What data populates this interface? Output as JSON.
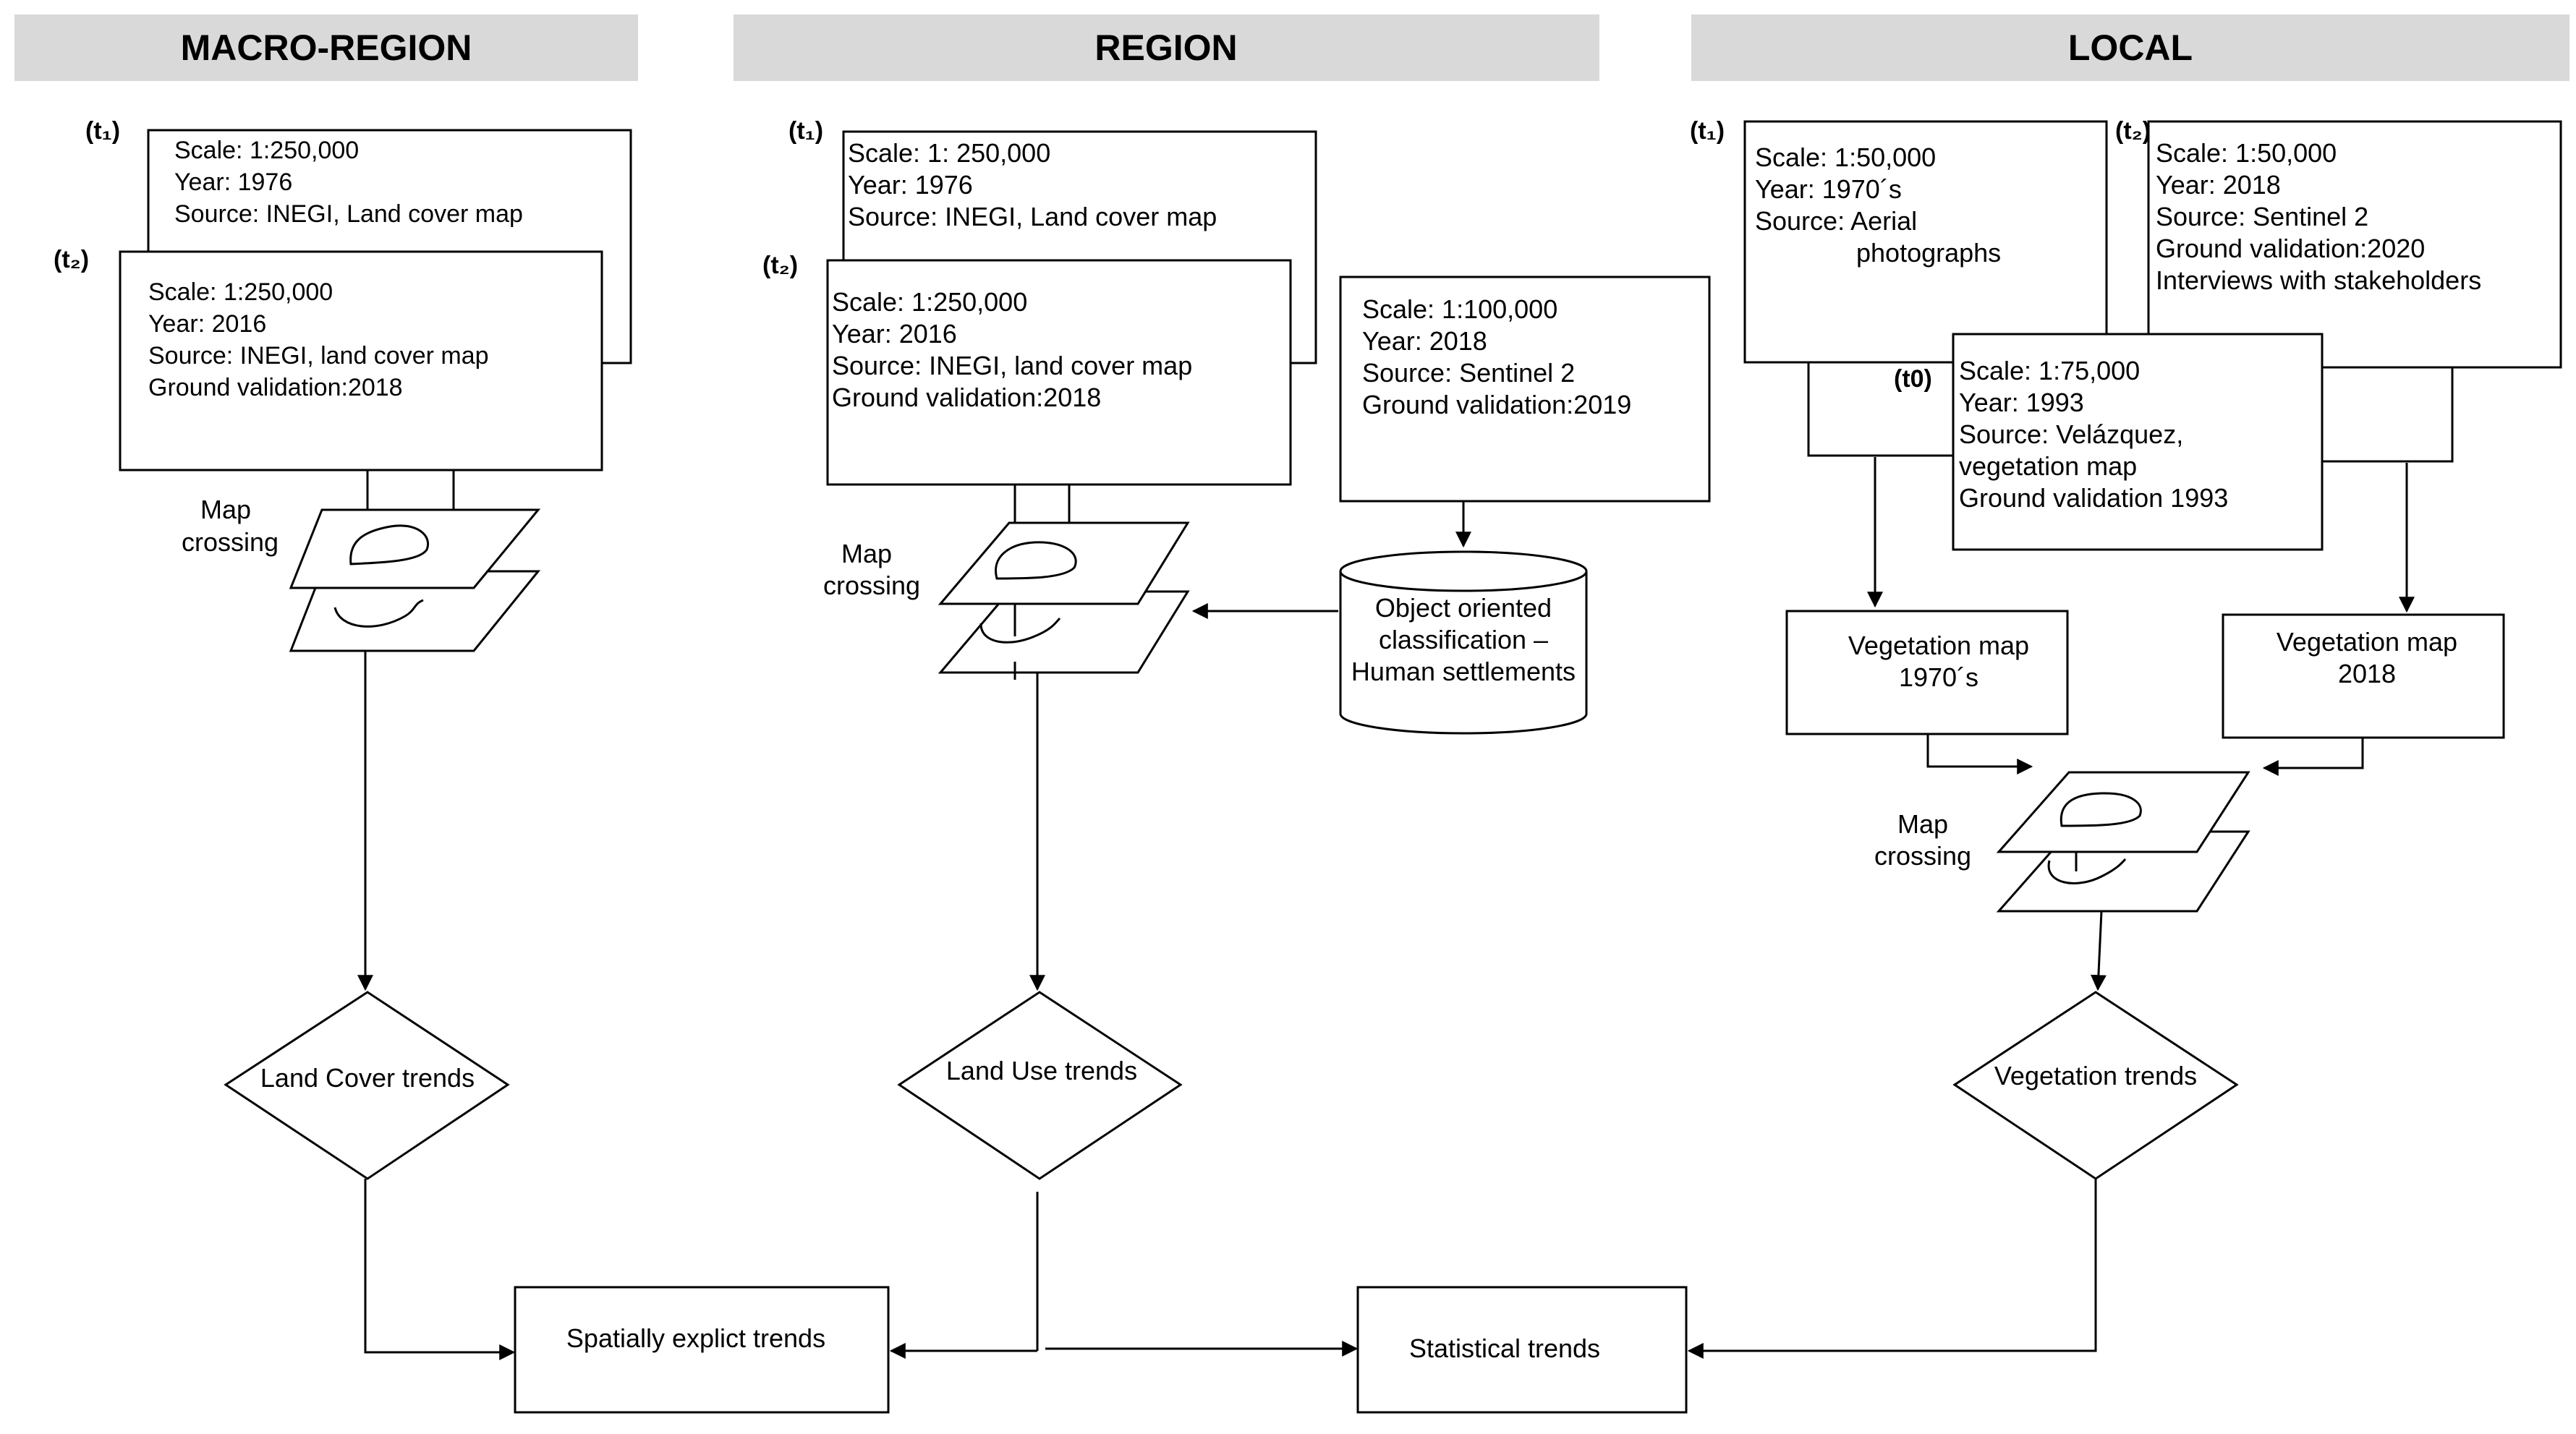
{
  "headers": {
    "macro": "MACRO-REGION",
    "region": "REGION",
    "local": "LOCAL"
  },
  "macro": {
    "t1_tag": "(t₁)",
    "t1_lines": [
      "Scale: 1:250,000",
      "Year: 1976",
      "Source: INEGI,  Land cover  map"
    ],
    "t2_tag": "(t₂)",
    "t2_lines": [
      "Scale: 1:250,000",
      "Year: 2016",
      "Source: INEGI,  land cover  map",
      "Ground validation:2018"
    ],
    "crossing_lines": [
      "Map",
      "crossing"
    ],
    "trend": "Land Cover  trends"
  },
  "region": {
    "t1_tag": "(t₁)",
    "t1_lines": [
      "Scale: 1: 250,000",
      "Year: 1976",
      "Source: INEGI,  Land cover map"
    ],
    "t2_tag": "(t₂)",
    "t2_lines": [
      "Scale: 1:250,000",
      "Year: 2016",
      "Source: INEGI,  land cover  map",
      "Ground validation:2018"
    ],
    "sentinel_lines": [
      "Scale: 1:100,000",
      "Year: 2018",
      "Source: Sentinel 2",
      "Ground validation:2019"
    ],
    "classification_lines": [
      "Object oriented",
      "classification –",
      "Human settlements"
    ],
    "crossing_lines": [
      "Map",
      "crossing"
    ],
    "trend": "Land Use trends"
  },
  "local": {
    "t1_tag": "(t₁)",
    "t1_lines": [
      "Scale: 1:50,000",
      "Year: 1970´s",
      "Source: Aerial",
      "photographs"
    ],
    "t2_tag": "(t₂)",
    "t2_lines": [
      "Scale: 1:50,000",
      "Year: 2018",
      "Source: Sentinel 2",
      "Ground validation:2020",
      "Interviews  with stakeholders"
    ],
    "t0_tag": "(t0)",
    "t0_lines": [
      "Scale: 1:75,000",
      "Year:    1993",
      "Source: Velázquez,",
      "vegetation  map",
      "Ground validation 1993"
    ],
    "veg_map_1970_lines": [
      "Vegetation map",
      "1970´s"
    ],
    "veg_map_2018_lines": [
      "Vegetation map",
      "2018"
    ],
    "crossing_lines": [
      "Map",
      "crossing"
    ],
    "trend": "Vegetation trends"
  },
  "outputs": {
    "spatial": "Spatially explict trends",
    "statistical": "Statistical trends"
  }
}
